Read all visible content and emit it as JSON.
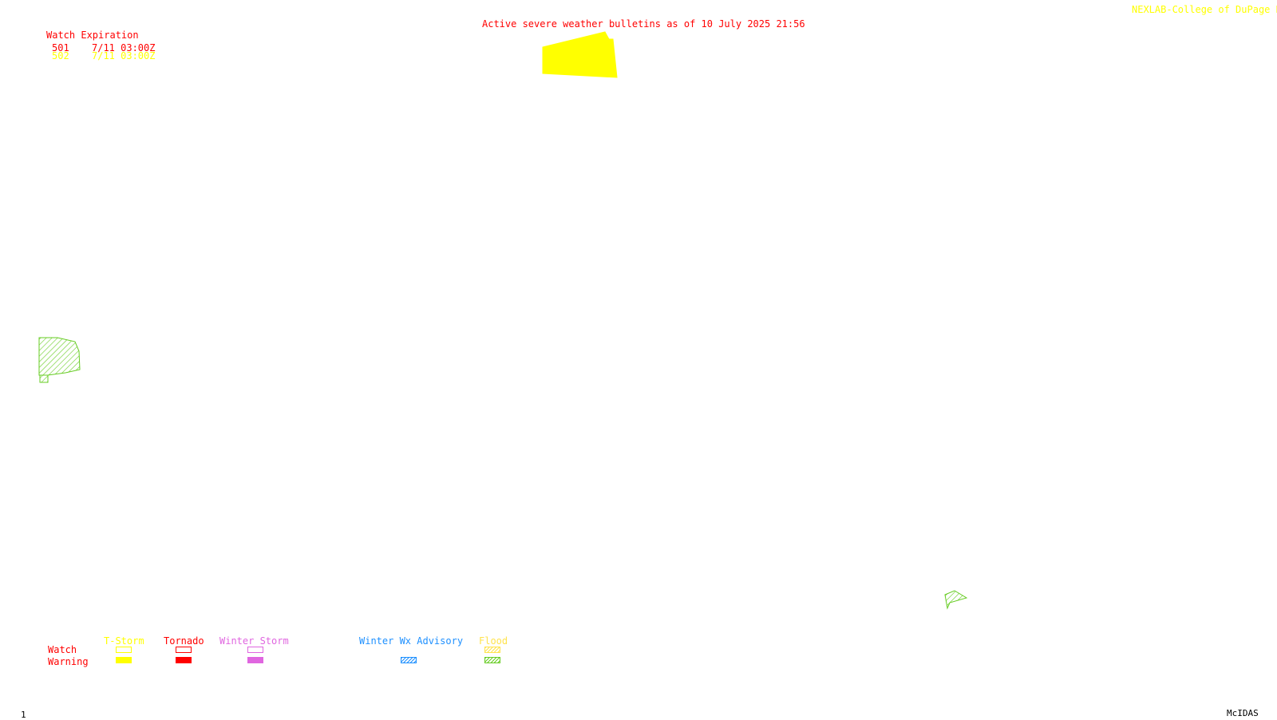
{
  "header": {
    "title": "Active severe weather bulletins as of 10 July 2025 21:56",
    "credit": "NEXLAB-College of DuPage R"
  },
  "watch_expiration": {
    "heading": "Watch Expiration",
    "rows": [
      {
        "watch": "501",
        "expires": "7/11 03:00Z",
        "color": "#ff0000"
      },
      {
        "watch": "502",
        "expires": "7/11 03:00Z",
        "color": "#ffff00"
      }
    ]
  },
  "legend": {
    "row_labels": {
      "watch": "Watch",
      "warning": "Warning"
    },
    "columns": [
      {
        "label": "T-Storm",
        "color": "#ffff00"
      },
      {
        "label": "Tornado",
        "color": "#ff0000"
      },
      {
        "label": "Winter Storm",
        "color": "#e066e0"
      },
      {
        "label": "Winter Wx Advisory",
        "color": "#1e90ff"
      },
      {
        "label": "Flood",
        "color": "#ffe34d"
      }
    ]
  },
  "footer": {
    "frame_number": "1",
    "software": "McIDAS"
  },
  "colors": {
    "tstorm_watch_fill": "#ffff00",
    "flood_warning_hatch": "#66cc22",
    "title_text": "#ff0000"
  },
  "icons": [
    "tstorm-watch-polygon",
    "flood-warning-hatched-polygon"
  ]
}
